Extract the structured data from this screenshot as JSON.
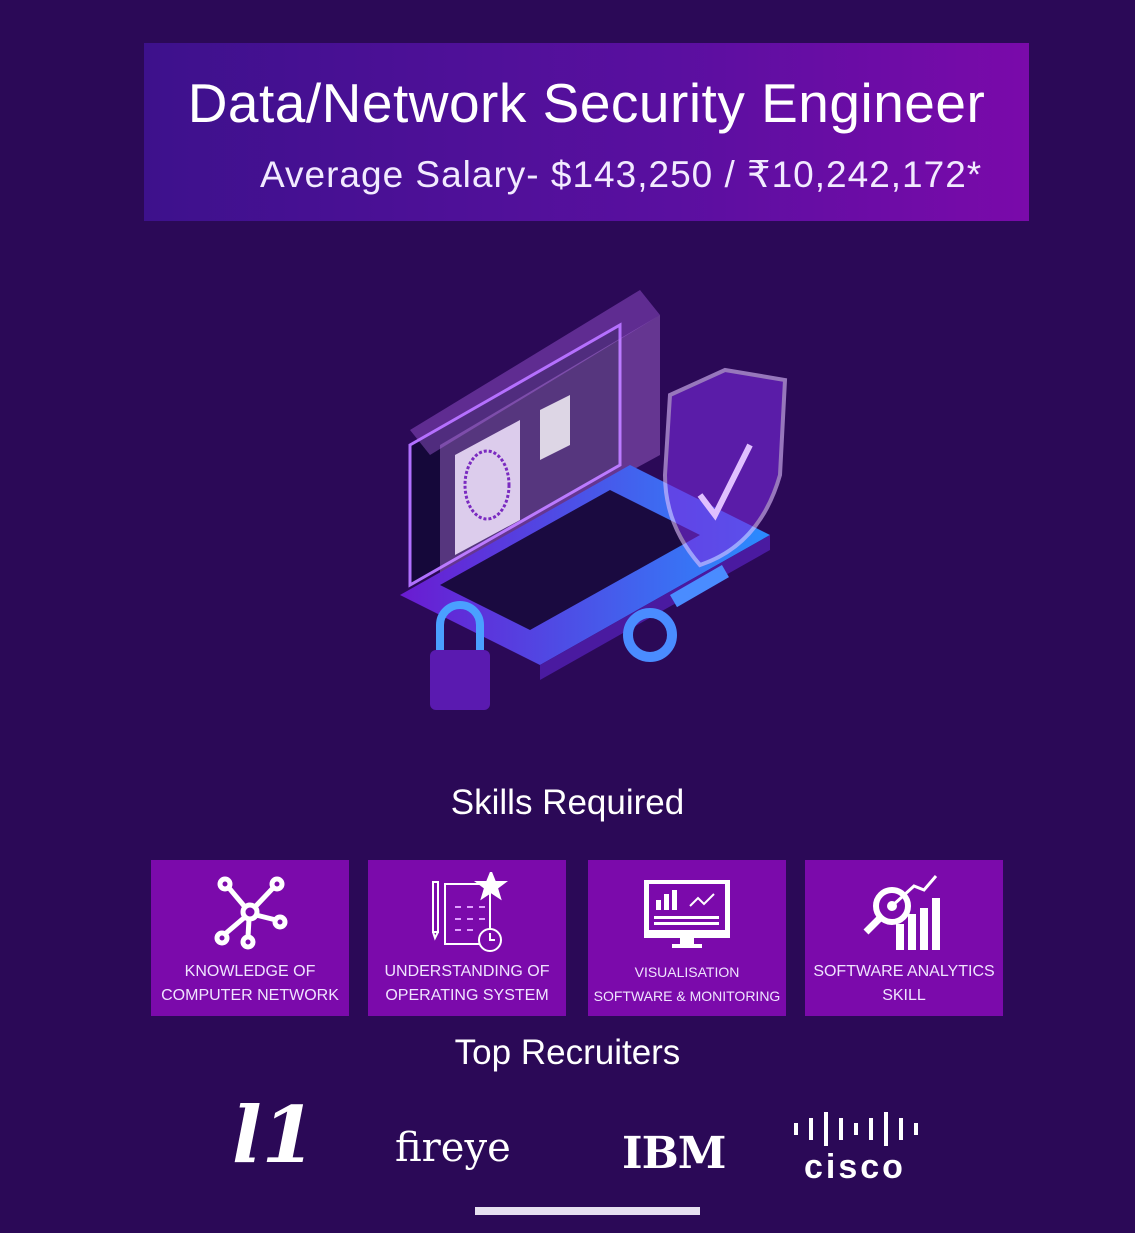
{
  "header": {
    "title": "Data/Network Security Engineer",
    "salary": "Average Salary- $143,250 / ₹10,242,172*"
  },
  "skills": {
    "heading": "Skills Required",
    "items": [
      {
        "line1": "KNOWLEDGE OF",
        "line2": "COMPUTER NETWORK",
        "icon": "network-icon"
      },
      {
        "line1": "UNDERSTANDING OF",
        "line2": "OPERATING SYSTEM",
        "icon": "checklist-icon"
      },
      {
        "line1": "VISUALISATION",
        "line2": "SOFTWARE & MONITORING",
        "icon": "monitor-chart-icon"
      },
      {
        "line1": "SOFTWARE ANALYTICS",
        "line2": "SKILL",
        "icon": "analytics-icon"
      }
    ]
  },
  "recruiters": {
    "heading": "Top Recruiters",
    "logos": [
      "l1",
      "fireye",
      "IBM",
      "cisco"
    ]
  },
  "colors": {
    "background": "#2b0957",
    "card": "#7b0aab"
  }
}
